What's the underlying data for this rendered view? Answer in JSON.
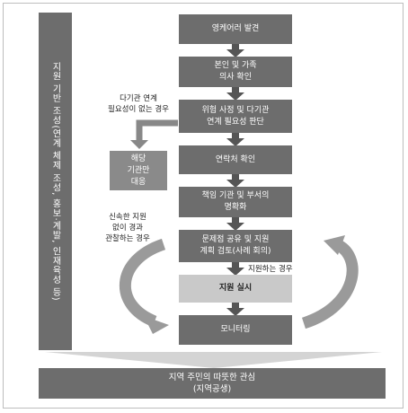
{
  "side_bar": "지원 기반 조성(연계 체제 조성, 홍보·계발, 인재육성 등)",
  "steps": [
    "영케어러 발견",
    "본인 및 가족\n의사 확인",
    "위험 사정 및 다기관\n연계 필요성 판단",
    "연락처 확인",
    "책임 기관 및 부서의\n명확화",
    "문제점 공유 및 지원\n계획 검토(사례 회의)",
    "지원 실시",
    "모니터링"
  ],
  "branch_box": "해당\n기관만\n대응",
  "notes": {
    "no_need": "다기관 연계\n필요성이 없는 경우",
    "observe": "신속한 지원\n없이 경과\n관찰하는 경우",
    "support": "지원하는 경우"
  },
  "bottom": "지역 주민의 따뜻한 관심\n(지역공생)",
  "colors": {
    "dark": "#6d6d6d",
    "mid": "#8a8a8a",
    "light": "#c9c9c9"
  }
}
